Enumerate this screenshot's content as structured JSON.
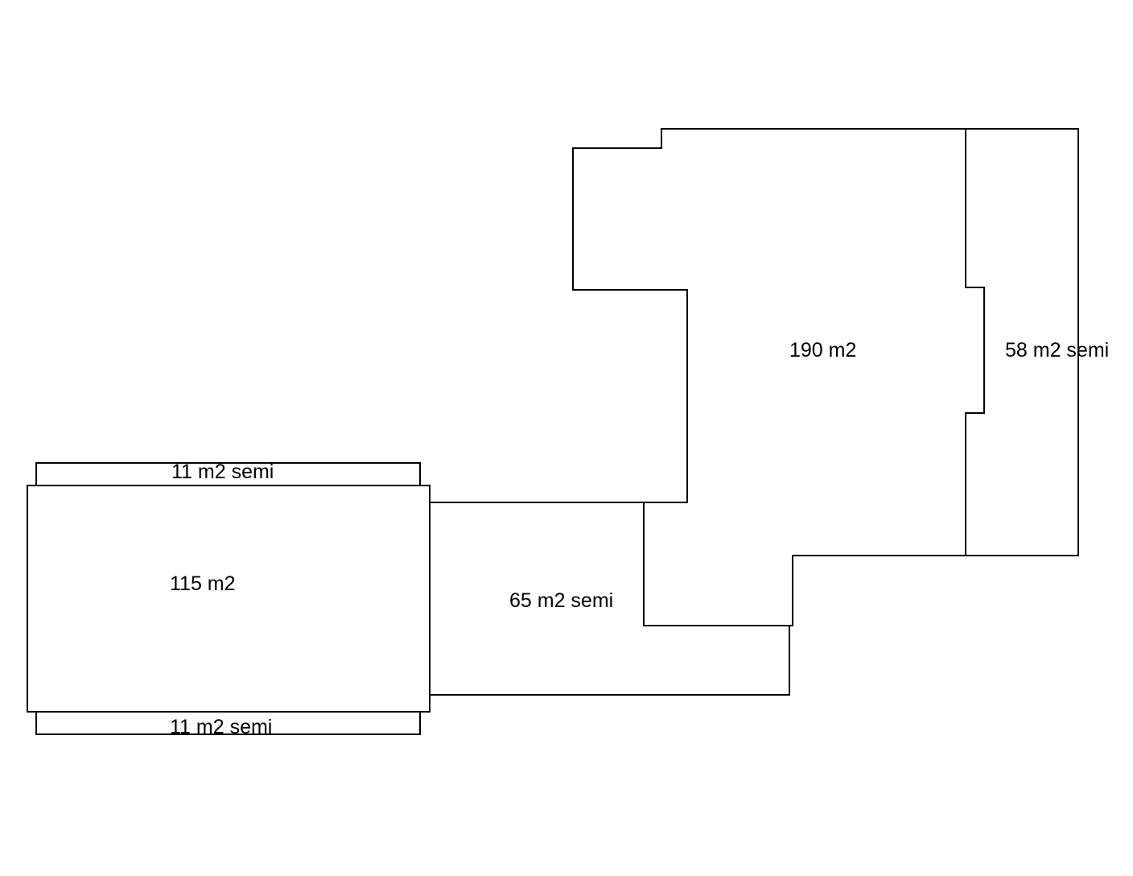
{
  "plan": {
    "labels": {
      "main_190": "190 m2",
      "semi_58": "58 m2 semi",
      "semi_11_top": "11 m2 semi",
      "main_115": "115 m2",
      "semi_11_bottom": "11 m2 semi",
      "semi_65": "65 m2 semi"
    },
    "colors": {
      "background": "#ffffff",
      "line": "#000000",
      "text": "#000000"
    }
  }
}
